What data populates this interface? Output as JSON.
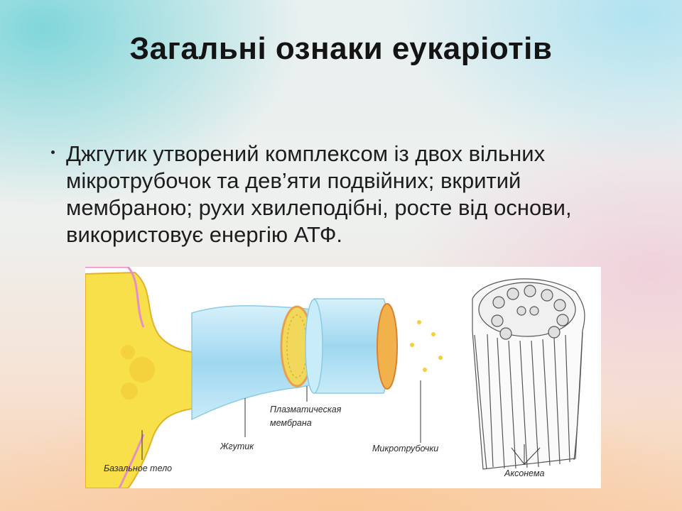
{
  "slide": {
    "title": "Загальні ознаки еукаріотів",
    "bullet_text": "Джгутик утворений комплексом із двох вільних мікротрубочок та дев’яти подвійних; вкритий мембраною; рухи хвилеподібні, росте від основи, використовує енергію АТФ."
  },
  "figure": {
    "labels": {
      "basal_body": "Базальное тело",
      "flagellum": "Жгутик",
      "membrane_line1": "Плазматическая",
      "membrane_line2": "мембрана",
      "microtubules": "Микротрубочки",
      "axoneme": "Аксонема"
    }
  }
}
